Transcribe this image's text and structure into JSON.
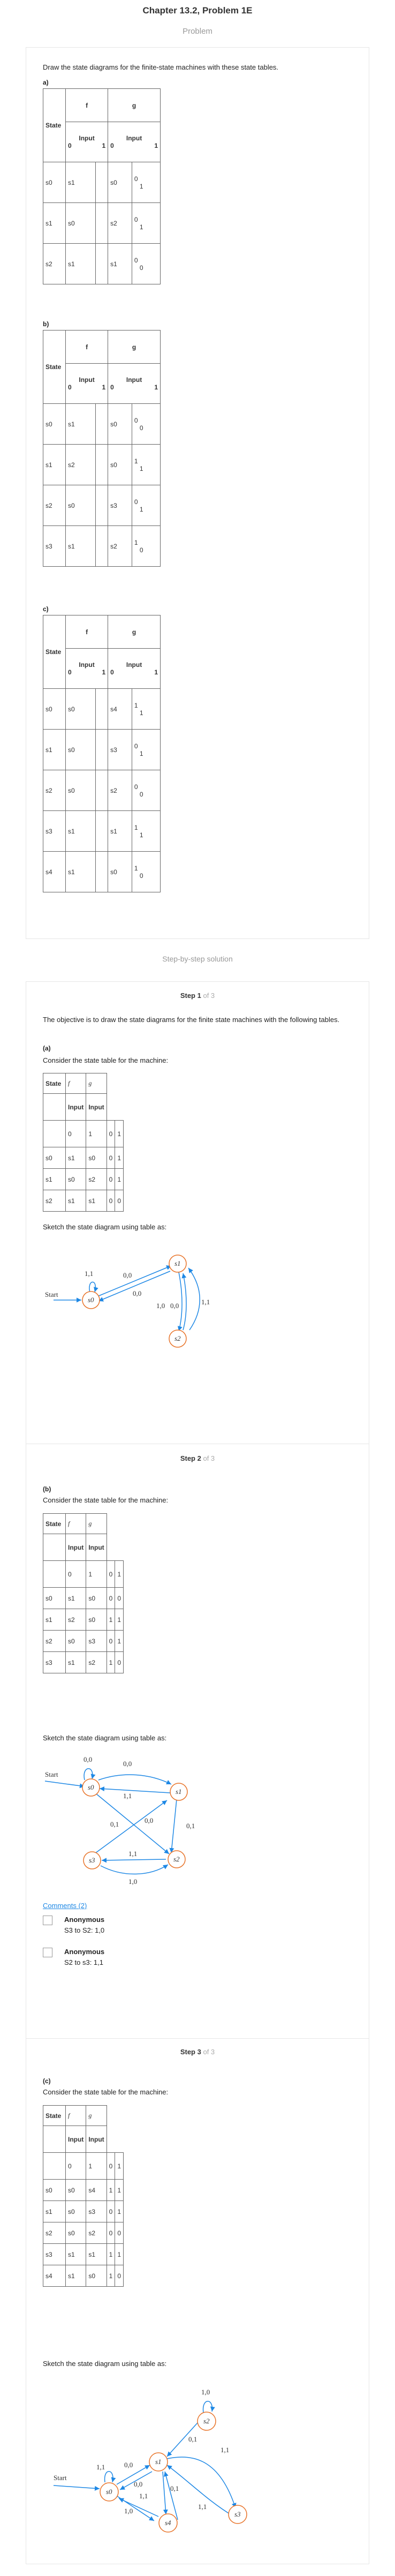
{
  "header": {
    "title": "Chapter 13.2, Problem 1E",
    "problem_label": "Problem"
  },
  "problem": {
    "intro": "Draw the state diagrams for the finite-state machines with these state tables.",
    "a": {
      "label": "a)",
      "rows": [
        [
          "s0",
          "s1",
          "s0",
          "0",
          "1"
        ],
        [
          "s1",
          "s0",
          "s2",
          "0",
          "1"
        ],
        [
          "s2",
          "s1",
          "s1",
          "0",
          "0"
        ]
      ]
    },
    "b": {
      "label": "b)",
      "rows": [
        [
          "s0",
          "s1",
          "s0",
          "0",
          "0"
        ],
        [
          "s1",
          "s2",
          "s0",
          "1",
          "1"
        ],
        [
          "s2",
          "s0",
          "s3",
          "0",
          "1"
        ],
        [
          "s3",
          "s1",
          "s2",
          "1",
          "0"
        ]
      ]
    },
    "c": {
      "label": "c)",
      "rows": [
        [
          "s0",
          "s0",
          "s4",
          "1",
          "1"
        ],
        [
          "s1",
          "s0",
          "s3",
          "0",
          "1"
        ],
        [
          "s2",
          "s0",
          "s2",
          "0",
          "0"
        ],
        [
          "s3",
          "s1",
          "s1",
          "1",
          "1"
        ],
        [
          "s4",
          "s1",
          "s0",
          "1",
          "0"
        ]
      ]
    },
    "col_state": "State",
    "col_f": "f",
    "col_g": "g",
    "col_input": "Input",
    "zero": "0",
    "one": "1"
  },
  "solution": {
    "heading": "Step-by-step solution",
    "step1": {
      "label": "Step 1",
      "of": "of 3",
      "objective": "The objective is to draw the state diagrams for the finite state machines with the following tables.",
      "part": "(a)",
      "consider": "Consider the state table for the machine:",
      "sketch": "Sketch the state diagram using table as:",
      "rows": [
        [
          "s0",
          "s1",
          "s0",
          "0",
          "1"
        ],
        [
          "s1",
          "s0",
          "s2",
          "0",
          "1"
        ],
        [
          "s2",
          "s1",
          "s1",
          "0",
          "0"
        ]
      ]
    },
    "step2": {
      "label": "Step 2",
      "of": "of 3",
      "part": "(b)",
      "consider": "Consider the state table for the machine:",
      "sketch": "Sketch the state diagram using table as:",
      "rows": [
        [
          "s0",
          "s1",
          "s0",
          "0",
          "0"
        ],
        [
          "s1",
          "s2",
          "s0",
          "1",
          "1"
        ],
        [
          "s2",
          "s0",
          "s3",
          "0",
          "1"
        ],
        [
          "s3",
          "s1",
          "s2",
          "1",
          "0"
        ]
      ]
    },
    "comments": "Comments (2)",
    "c1": {
      "name": "Anonymous",
      "text": "S3 to S2: 1,0"
    },
    "c2": {
      "name": "Anonymous",
      "text": "S2 to s3: 1,1"
    },
    "step3": {
      "label": "Step 3",
      "of": "of 3",
      "part": "(c)",
      "consider": "Consider the state table for the machine:",
      "sketch": "Sketch the state diagram using table as:",
      "rows": [
        [
          "s0",
          "s0",
          "s4",
          "1",
          "1"
        ],
        [
          "s1",
          "s0",
          "s3",
          "0",
          "1"
        ],
        [
          "s2",
          "s0",
          "s2",
          "0",
          "0"
        ],
        [
          "s3",
          "s1",
          "s1",
          "1",
          "1"
        ],
        [
          "s4",
          "s1",
          "s0",
          "1",
          "0"
        ]
      ]
    },
    "state_col": "State",
    "f": "f",
    "g": "g",
    "input": "Input",
    "zero": "0",
    "one": "1"
  },
  "diagram": {
    "start": "Start",
    "s0": "s0",
    "s1": "s1",
    "s2": "s2",
    "s3": "s3",
    "s4": "s4",
    "l11": "1,1",
    "l00": "0,0",
    "l01": "0,1",
    "l10": "1,0"
  },
  "colors": {
    "orange": "#e8742a",
    "blue": "#1e88e5"
  }
}
